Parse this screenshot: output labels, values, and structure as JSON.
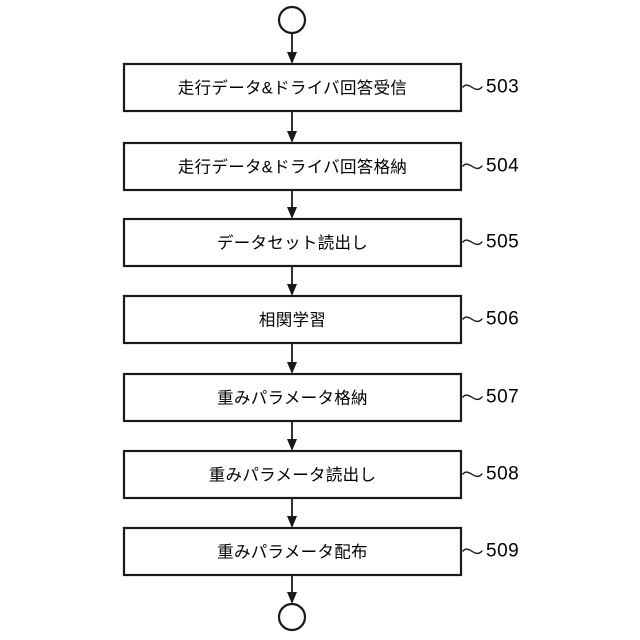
{
  "figure": {
    "type": "flowchart",
    "orientation": "vertical",
    "background_color": "#ffffff",
    "line_color": "#1a1a1a",
    "start_terminator": {
      "shape": "circle",
      "name": "start-node"
    },
    "end_terminator": {
      "shape": "circle",
      "name": "end-node"
    },
    "steps": [
      {
        "ref": "503",
        "label": "走行データ&ドライバ回答受信"
      },
      {
        "ref": "504",
        "label": "走行データ&ドライバ回答格納"
      },
      {
        "ref": "505",
        "label": "データセット読出し"
      },
      {
        "ref": "506",
        "label": "相関学習"
      },
      {
        "ref": "507",
        "label": "重みパラメータ格納"
      },
      {
        "ref": "508",
        "label": "重みパラメータ読出し"
      },
      {
        "ref": "509",
        "label": "重みパラメータ配布"
      }
    ]
  }
}
